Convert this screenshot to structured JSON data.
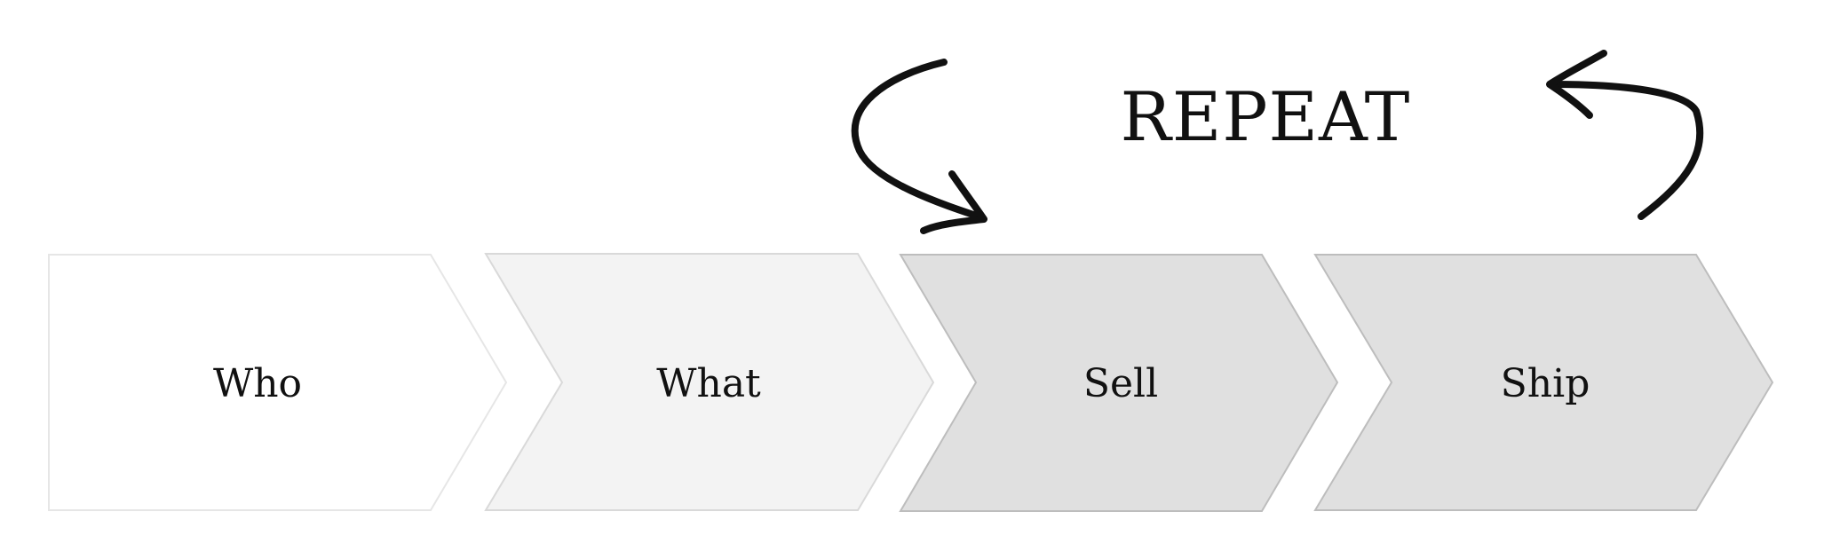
{
  "diagram": {
    "repeat_label": "REPEAT",
    "steps": [
      {
        "label": "Who",
        "fill": "#ffffff",
        "stroke": "#e6e6e6"
      },
      {
        "label": "What",
        "fill": "#f3f3f3",
        "stroke": "#d9d9d9"
      },
      {
        "label": "Sell",
        "fill": "#e0e0e0",
        "stroke": "#bdbdbd"
      },
      {
        "label": "Ship",
        "fill": "#e0e0e0",
        "stroke": "#bdbdbd"
      }
    ],
    "arrow_color": "#111111"
  }
}
